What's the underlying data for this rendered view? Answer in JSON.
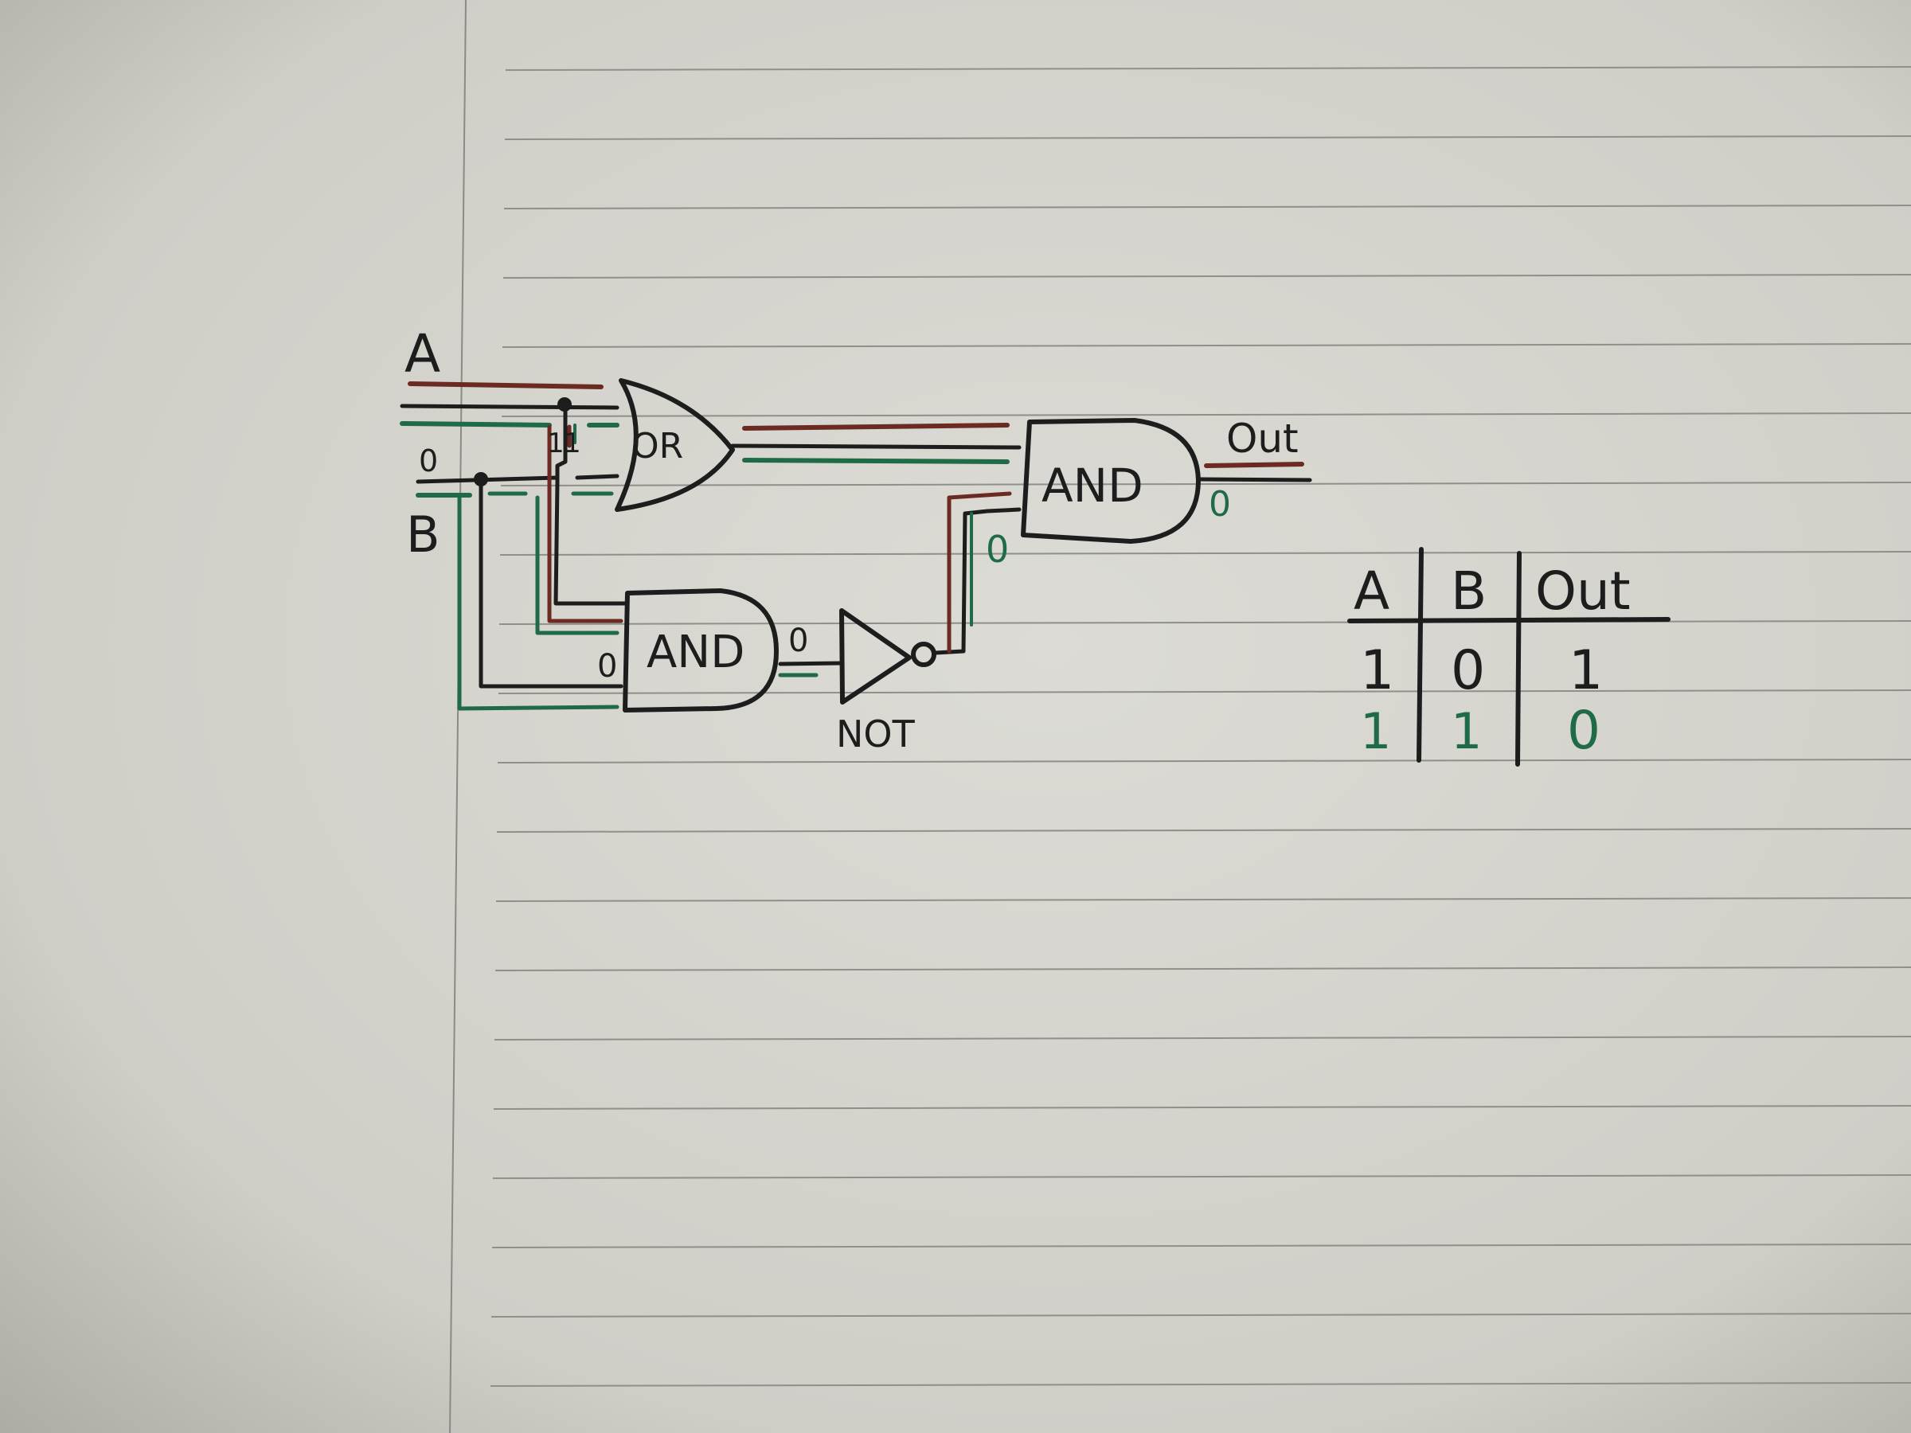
{
  "colors": {
    "ink": "#1d1d1d",
    "red_ink": "#6b2a22",
    "green_ink": "#1f6b48",
    "paper": "#d8d7d1",
    "rule": "#8f8f8b"
  },
  "inputs": {
    "a": "A",
    "b": "B"
  },
  "gates": {
    "or": "OR",
    "and_lower": "AND",
    "not": "NOT",
    "and_final": "AND"
  },
  "wire_values": {
    "b_input": "0",
    "or_in_a": "1",
    "or_in_b": "1",
    "and_lower_in": "0",
    "and_lower_out": "0",
    "not_out": "0",
    "final_out": "0"
  },
  "output": {
    "label": "Out"
  },
  "truth_table": {
    "headers": [
      "A",
      "B",
      "Out"
    ],
    "rows": [
      {
        "a": "1",
        "b": "0",
        "out": "1",
        "out_color": "#1d1d1d"
      },
      {
        "a": "1",
        "b": "1",
        "out": "0",
        "out_color": "#1f6b48"
      }
    ]
  }
}
